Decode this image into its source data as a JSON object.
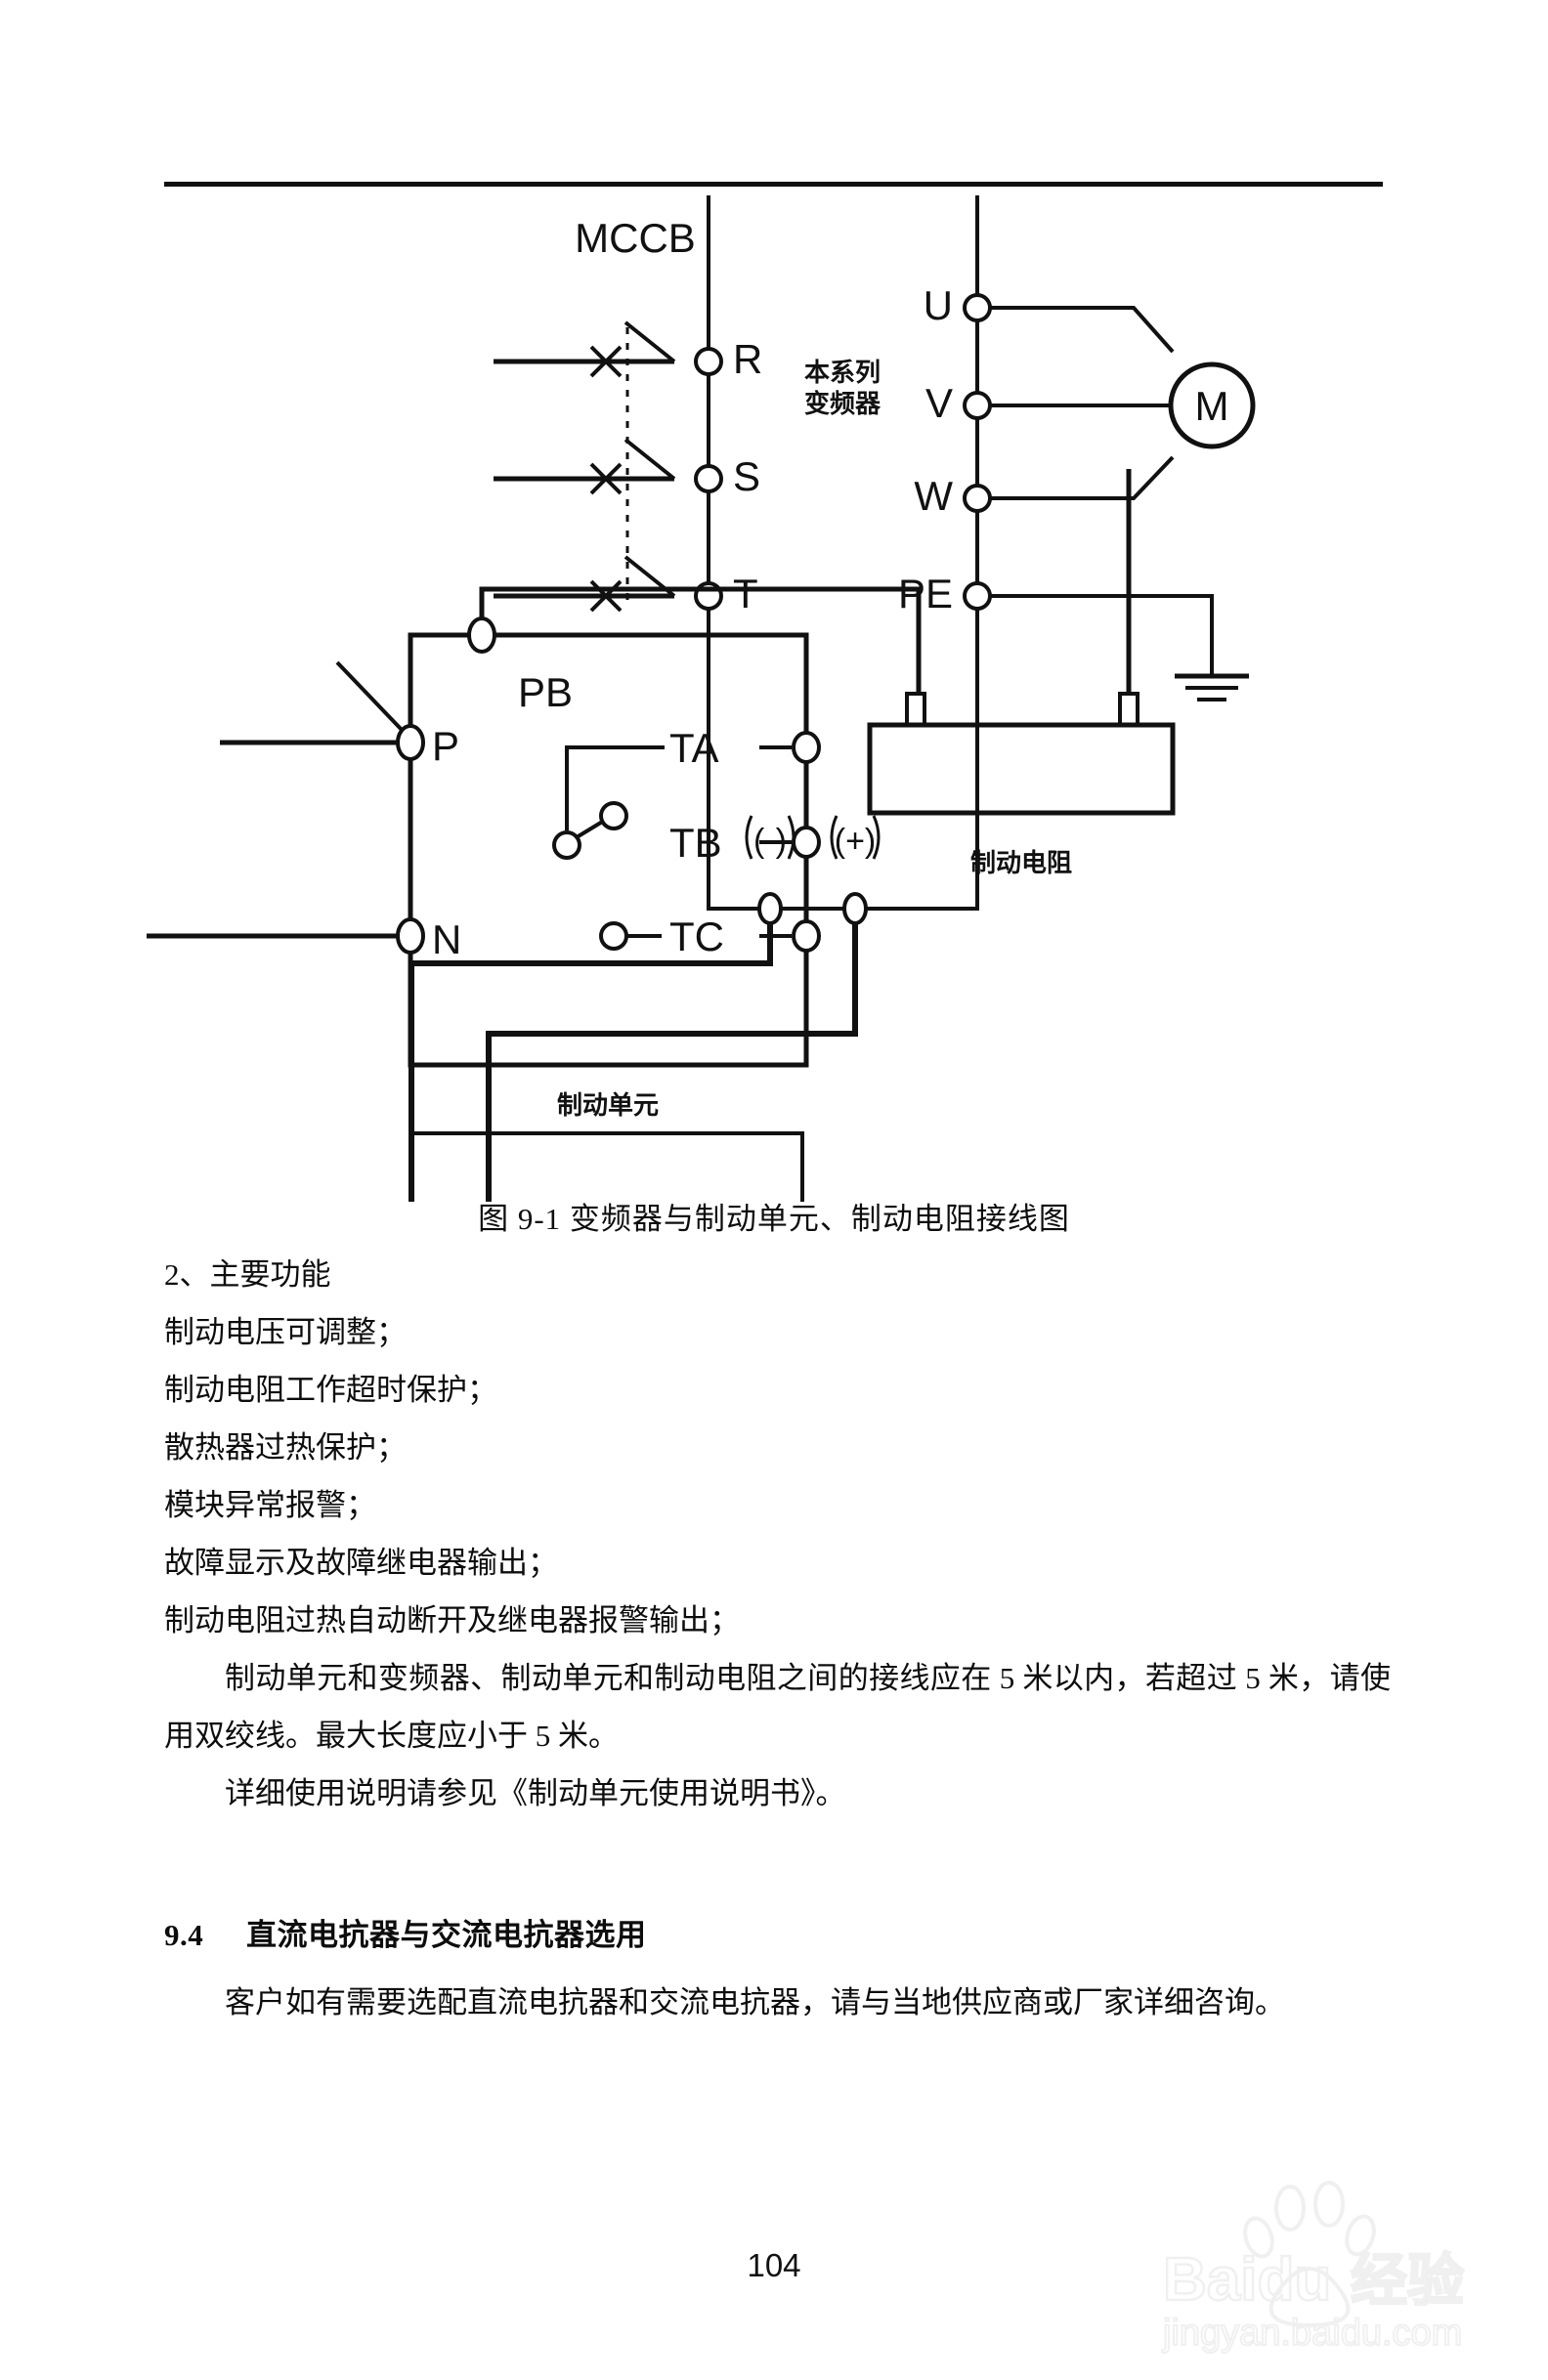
{
  "page": {
    "number": "104"
  },
  "figure": {
    "caption": "图 9-1 变频器与制动单元、制动电阻接线图",
    "labels": {
      "mccb": "MCCB",
      "inverter_line1": "本系列",
      "inverter_line2": "变频器",
      "terminal_r": "R",
      "terminal_s": "S",
      "terminal_t": "T",
      "terminal_u": "U",
      "terminal_v": "V",
      "terminal_w": "W",
      "terminal_pe": "PE",
      "motor": "M",
      "dc_minus": "(-)",
      "dc_plus": "(+)",
      "terminal_pb": "PB",
      "terminal_p": "P",
      "terminal_n": "N",
      "relay_ta": "TA",
      "relay_tb": "TB",
      "relay_tc": "TC",
      "braking_unit": "制动单元",
      "braking_resistor": "制动电阻"
    }
  },
  "body": {
    "heading_2": "2、主要功能",
    "features": [
      "制动电压可调整；",
      "制动电阻工作超时保护；",
      "散热器过热保护；",
      "模块异常报警；",
      "故障显示及故障继电器输出；",
      "制动电阻过热自动断开及继电器报警输出；"
    ],
    "para_wiring": "制动单元和变频器、制动单元和制动电阻之间的接线应在 5 米以内，若超过 5 米，请使用双绞线。最大长度应小于 5 米。",
    "para_manual": "详细使用说明请参见《制动单元使用说明书》。"
  },
  "section": {
    "number": "9.4",
    "title": "直流电抗器与交流电抗器选用",
    "paragraph": "客户如有需要选配直流电抗器和交流电抗器，请与当地供应商或厂家详细咨询。"
  },
  "watermark": {
    "brand": "Baidu",
    "brand_cn": "经验",
    "url": "jingyan.baidu.com"
  },
  "colors": {
    "ink": "#0d0d0d",
    "rule": "#111111",
    "watermark": "#cfcfcf"
  }
}
